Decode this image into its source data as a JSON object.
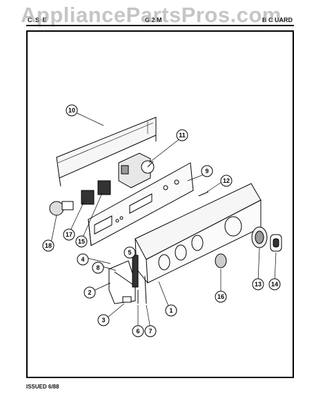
{
  "header": {
    "left": "C S E",
    "mid": "G 2 M",
    "right": "B  C  UARD"
  },
  "watermark": "AppliancePartsPros.com",
  "footer": {
    "issued": "ISSUED 6/88"
  },
  "callouts": [
    "1",
    "2",
    "3",
    "4",
    "5",
    "6",
    "7",
    "8",
    "9",
    "10",
    "11",
    "12",
    "13",
    "14",
    "15",
    "16",
    "17",
    "18"
  ]
}
